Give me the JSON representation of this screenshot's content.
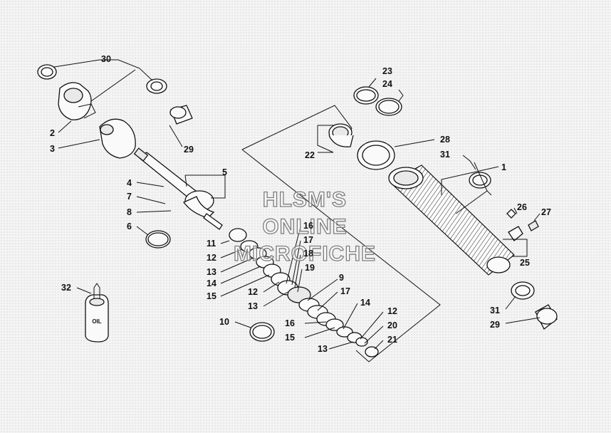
{
  "callouts": [
    {
      "key": "30",
      "text": "30"
    },
    {
      "key": "2",
      "text": "2"
    },
    {
      "key": "3",
      "text": "3"
    },
    {
      "key": "29a",
      "text": "29"
    },
    {
      "key": "4",
      "text": "4"
    },
    {
      "key": "5",
      "text": "5"
    },
    {
      "key": "7",
      "text": "7"
    },
    {
      "key": "8",
      "text": "8"
    },
    {
      "key": "6",
      "text": "6"
    },
    {
      "key": "23",
      "text": "23"
    },
    {
      "key": "24",
      "text": "24"
    },
    {
      "key": "22",
      "text": "22"
    },
    {
      "key": "28",
      "text": "28"
    },
    {
      "key": "31a",
      "text": "31"
    },
    {
      "key": "1",
      "text": "1"
    },
    {
      "key": "26",
      "text": "26"
    },
    {
      "key": "27",
      "text": "27"
    },
    {
      "key": "25",
      "text": "25"
    },
    {
      "key": "31b",
      "text": "31"
    },
    {
      "key": "29b",
      "text": "29"
    },
    {
      "key": "11",
      "text": "11"
    },
    {
      "key": "12a",
      "text": "12"
    },
    {
      "key": "13a",
      "text": "13"
    },
    {
      "key": "14a",
      "text": "14"
    },
    {
      "key": "15a",
      "text": "15"
    },
    {
      "key": "16a",
      "text": "16"
    },
    {
      "key": "17a",
      "text": "17"
    },
    {
      "key": "18",
      "text": "18"
    },
    {
      "key": "19",
      "text": "19"
    },
    {
      "key": "12b",
      "text": "12"
    },
    {
      "key": "13b",
      "text": "13"
    },
    {
      "key": "9",
      "text": "9"
    },
    {
      "key": "17b",
      "text": "17"
    },
    {
      "key": "14b",
      "text": "14"
    },
    {
      "key": "12c",
      "text": "12"
    },
    {
      "key": "16b",
      "text": "16"
    },
    {
      "key": "20",
      "text": "20"
    },
    {
      "key": "10",
      "text": "10"
    },
    {
      "key": "15b",
      "text": "15"
    },
    {
      "key": "21",
      "text": "21"
    },
    {
      "key": "13c",
      "text": "13"
    },
    {
      "key": "32",
      "text": "32"
    }
  ],
  "oil_label": "OIL",
  "watermark": {
    "line1": "HLSM'S",
    "line2": "ONLINE",
    "line3": "MICROFICHE"
  }
}
